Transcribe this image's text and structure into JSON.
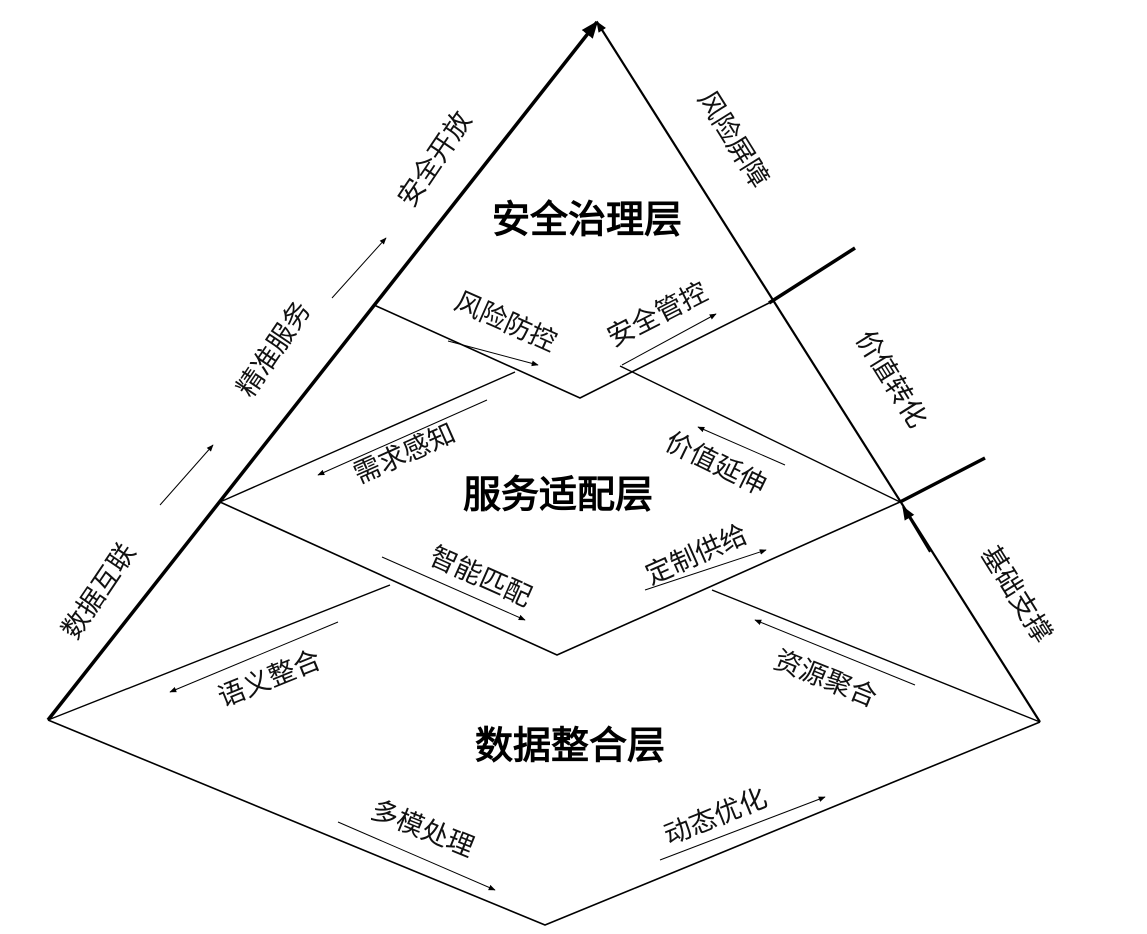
{
  "layers": {
    "top": "安全治理层",
    "middle": "服务适配层",
    "bottom": "数据整合层"
  },
  "left_edge": [
    "数据互联",
    "精准服务",
    "安全开放"
  ],
  "right_edge": [
    "风险屏障",
    "价值转化",
    "基础支撑"
  ],
  "inner": {
    "risk_control": "风险防控",
    "security_mgmt": "安全管控",
    "demand_sense": "需求感知",
    "value_extend": "价值延伸",
    "smart_match": "智能匹配",
    "custom_supply": "定制供给",
    "semantic_integrate": "语义整合",
    "resource_aggregate": "资源聚合",
    "multimodal": "多模处理",
    "dynamic_opt": "动态优化"
  },
  "colors": {
    "line": "#000000",
    "background": "#ffffff"
  }
}
